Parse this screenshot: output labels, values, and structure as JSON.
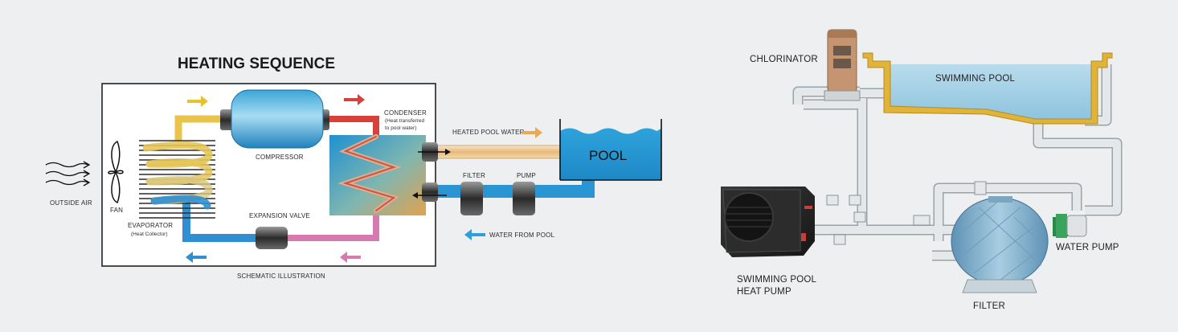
{
  "left": {
    "title": "HEATING SEQUENCE",
    "labels": {
      "compressor": "COMPRESSOR",
      "condenser": "CONDENSER",
      "condenser_note_1": "(Heat transferred",
      "condenser_note_2": "to pool water)",
      "heated_pool_water": "HEATED POOL WATER",
      "pool": "POOL",
      "filter": "FILTER",
      "pump": "PUMP",
      "water_from_pool": "WATER FROM POOL",
      "expansion_valve": "EXPANSION VALVE",
      "evaporator": "EVAPORATOR",
      "evaporator_note": "(Heat Collector)",
      "fan": "FAN",
      "outside_air": "OUTSIDE AIR",
      "caption": "SCHEMATIC ILLUSTRATION"
    },
    "colors": {
      "hot_refrigerant": "#d8413b",
      "warm_refrigerant": "#e8c44a",
      "cold_refrigerant": "#2f8fd0",
      "liquid_refrigerant": "#d67ab0",
      "heated_water": "#e8a95a",
      "pool_water": "#2e9fd8"
    }
  },
  "right": {
    "labels": {
      "chlorinator": "CHLORINATOR",
      "swimming_pool": "SWIMMING POOL",
      "water_pump": "WATER PUMP",
      "heat_pump_line1": "SWIMMING POOL",
      "heat_pump_line2": "HEAT PUMP",
      "filter": "FILTER"
    },
    "colors": {
      "pool_water": "#a9d3e8",
      "pool_edge": "#e0b43a",
      "pipe": "#dfe3e6",
      "filter_tank": "#8fb6cf"
    }
  }
}
